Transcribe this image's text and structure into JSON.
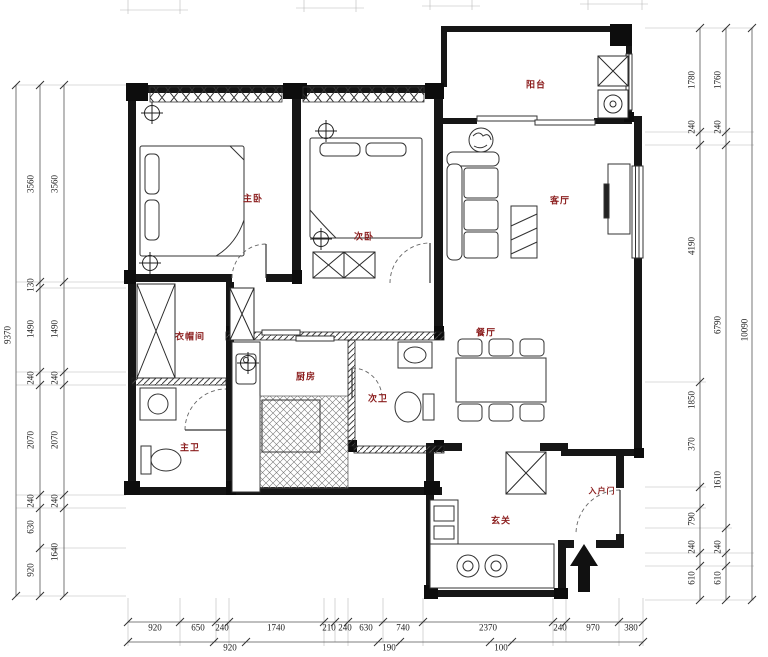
{
  "drawing": {
    "type": "residential-floor-plan",
    "colors": {
      "background": "#ffffff",
      "linework": "#1a1a1a",
      "room_label": "#8b1d1d"
    },
    "rooms": [
      {
        "name": "master-bedroom",
        "label": "主卧"
      },
      {
        "name": "second-bedroom",
        "label": "次卧"
      },
      {
        "name": "balcony",
        "label": "阳台"
      },
      {
        "name": "living-room",
        "label": "客厅"
      },
      {
        "name": "dining-room",
        "label": "餐厅"
      },
      {
        "name": "cloakroom",
        "label": "衣帽间"
      },
      {
        "name": "kitchen",
        "label": "厨房"
      },
      {
        "name": "guest-bath",
        "label": "次卫"
      },
      {
        "name": "master-bath",
        "label": "主卫"
      },
      {
        "name": "entry",
        "label": "玄关"
      },
      {
        "name": "entry-door",
        "label": "入户门"
      }
    ],
    "dimensions": {
      "left_total": "9370",
      "right_total": "10090",
      "left_inner": [
        "3560",
        "130",
        "1490",
        "240",
        "2070",
        "240",
        "630",
        "920"
      ],
      "left_outer": [
        "3560",
        "1490",
        "240",
        "2070",
        "240",
        "1640"
      ],
      "right_inner": [
        "1780",
        "240",
        "4190",
        "1850",
        "370",
        "790",
        "240",
        "610"
      ],
      "right_outer": [
        "1760",
        "240",
        "6790",
        "1610",
        "240",
        "610"
      ],
      "bottom_row1": [
        "920",
        "650",
        "240",
        "1740",
        "210",
        "240",
        "630",
        "740",
        "2370",
        "240",
        "970",
        "380"
      ],
      "bottom_row2": [
        "920",
        "190",
        "100"
      ]
    }
  }
}
